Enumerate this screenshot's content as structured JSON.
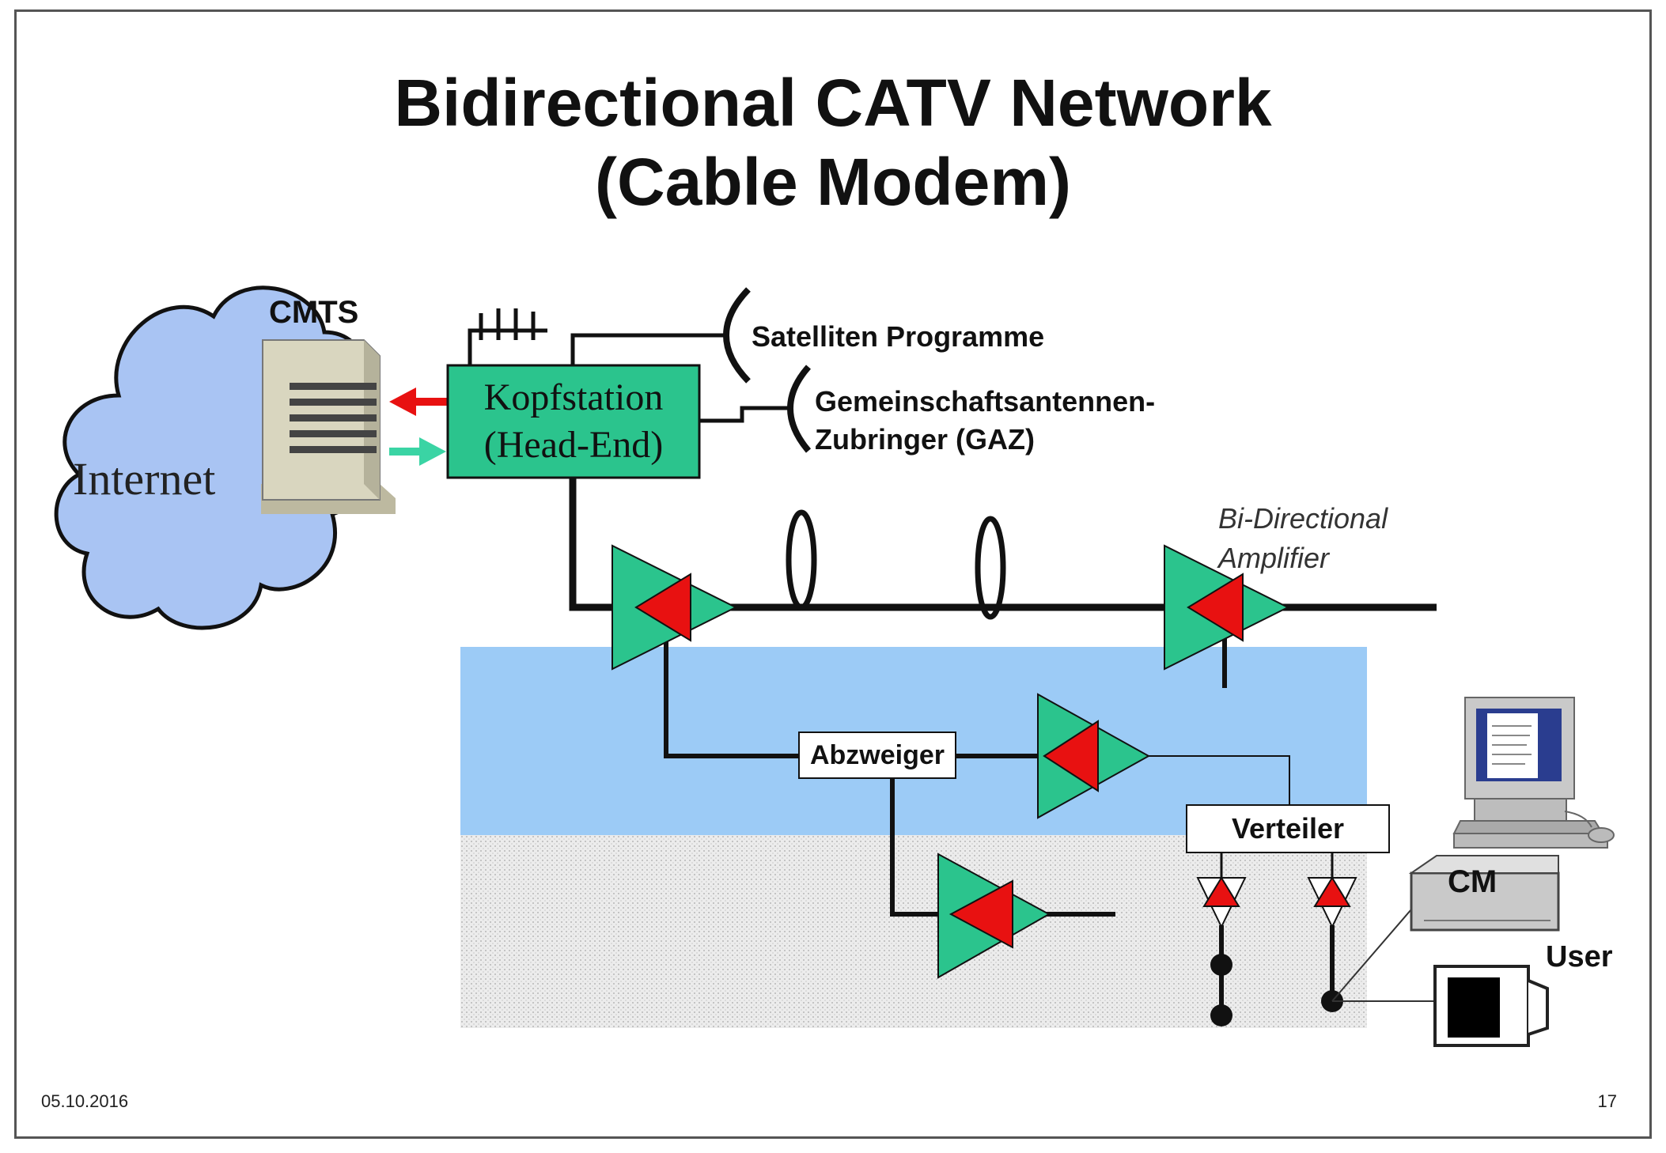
{
  "slide": {
    "title_line1": "Bidirectional CATV Network",
    "title_line2": "(Cable Modem)",
    "date": "05.10.2016",
    "page_number": "17"
  },
  "diagram": {
    "internet_label": "Internet",
    "cmts_label": "CMTS",
    "headend_line1": "Kopfstation",
    "headend_line2": "(Head-End)",
    "satellite_label": "Satelliten Programme",
    "gaz_line1": "Gemeinschaftsantennen-",
    "gaz_line2": "Zubringer (GAZ)",
    "amplifier_note_line1": "Bi-Directional",
    "amplifier_note_line2": "Amplifier",
    "tap_label": "Abzweiger",
    "splitter_label": "Verteiler",
    "cable_modem_label": "CM",
    "user_label": "User"
  },
  "colors": {
    "cloud": "#a9c4f3",
    "cmts_body": "#d9d6bf",
    "headend": "#2bc48d",
    "amplifier": "#2bc48d",
    "amplifier_core": "#e81111",
    "arrow_downstream": "#e81111",
    "arrow_upstream": "#3ad4a4",
    "distribution_zone": "#9ccbf6",
    "house_zone": "#e4e4e4"
  }
}
